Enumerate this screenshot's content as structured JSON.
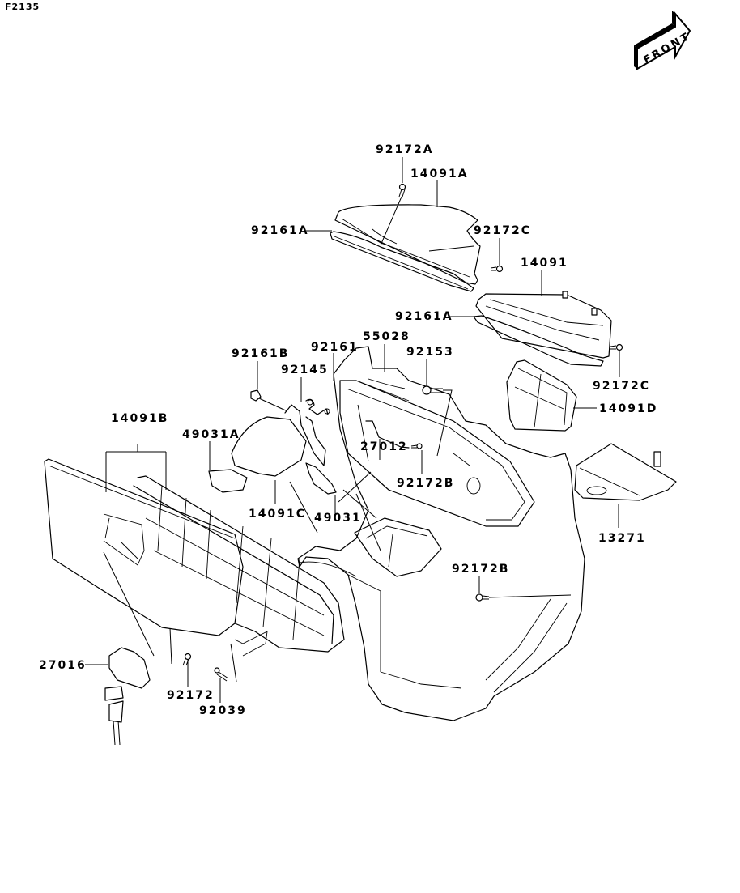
{
  "diagram": {
    "code": "F2135",
    "front_badge": "FRONT",
    "parts": {
      "p92172A": "92172A",
      "p14091A": "14091A",
      "p92161A_top": "92161A",
      "p92172C_top": "92172C",
      "p14091": "14091",
      "p92161A_mid": "92161A",
      "p92161B": "92161B",
      "p92161": "92161",
      "p55028": "55028",
      "p92153": "92153",
      "p92145": "92145",
      "p92172C_mid": "92172C",
      "p14091D": "14091D",
      "p14091B": "14091B",
      "p49031A": "49031A",
      "p27012": "27012",
      "p92172B_upper": "92172B",
      "p14091C": "14091C",
      "p49031": "49031",
      "p13271": "13271",
      "p92172B_lower": "92172B",
      "p27016": "27016",
      "p92172": "92172",
      "p92039": "92039"
    }
  }
}
